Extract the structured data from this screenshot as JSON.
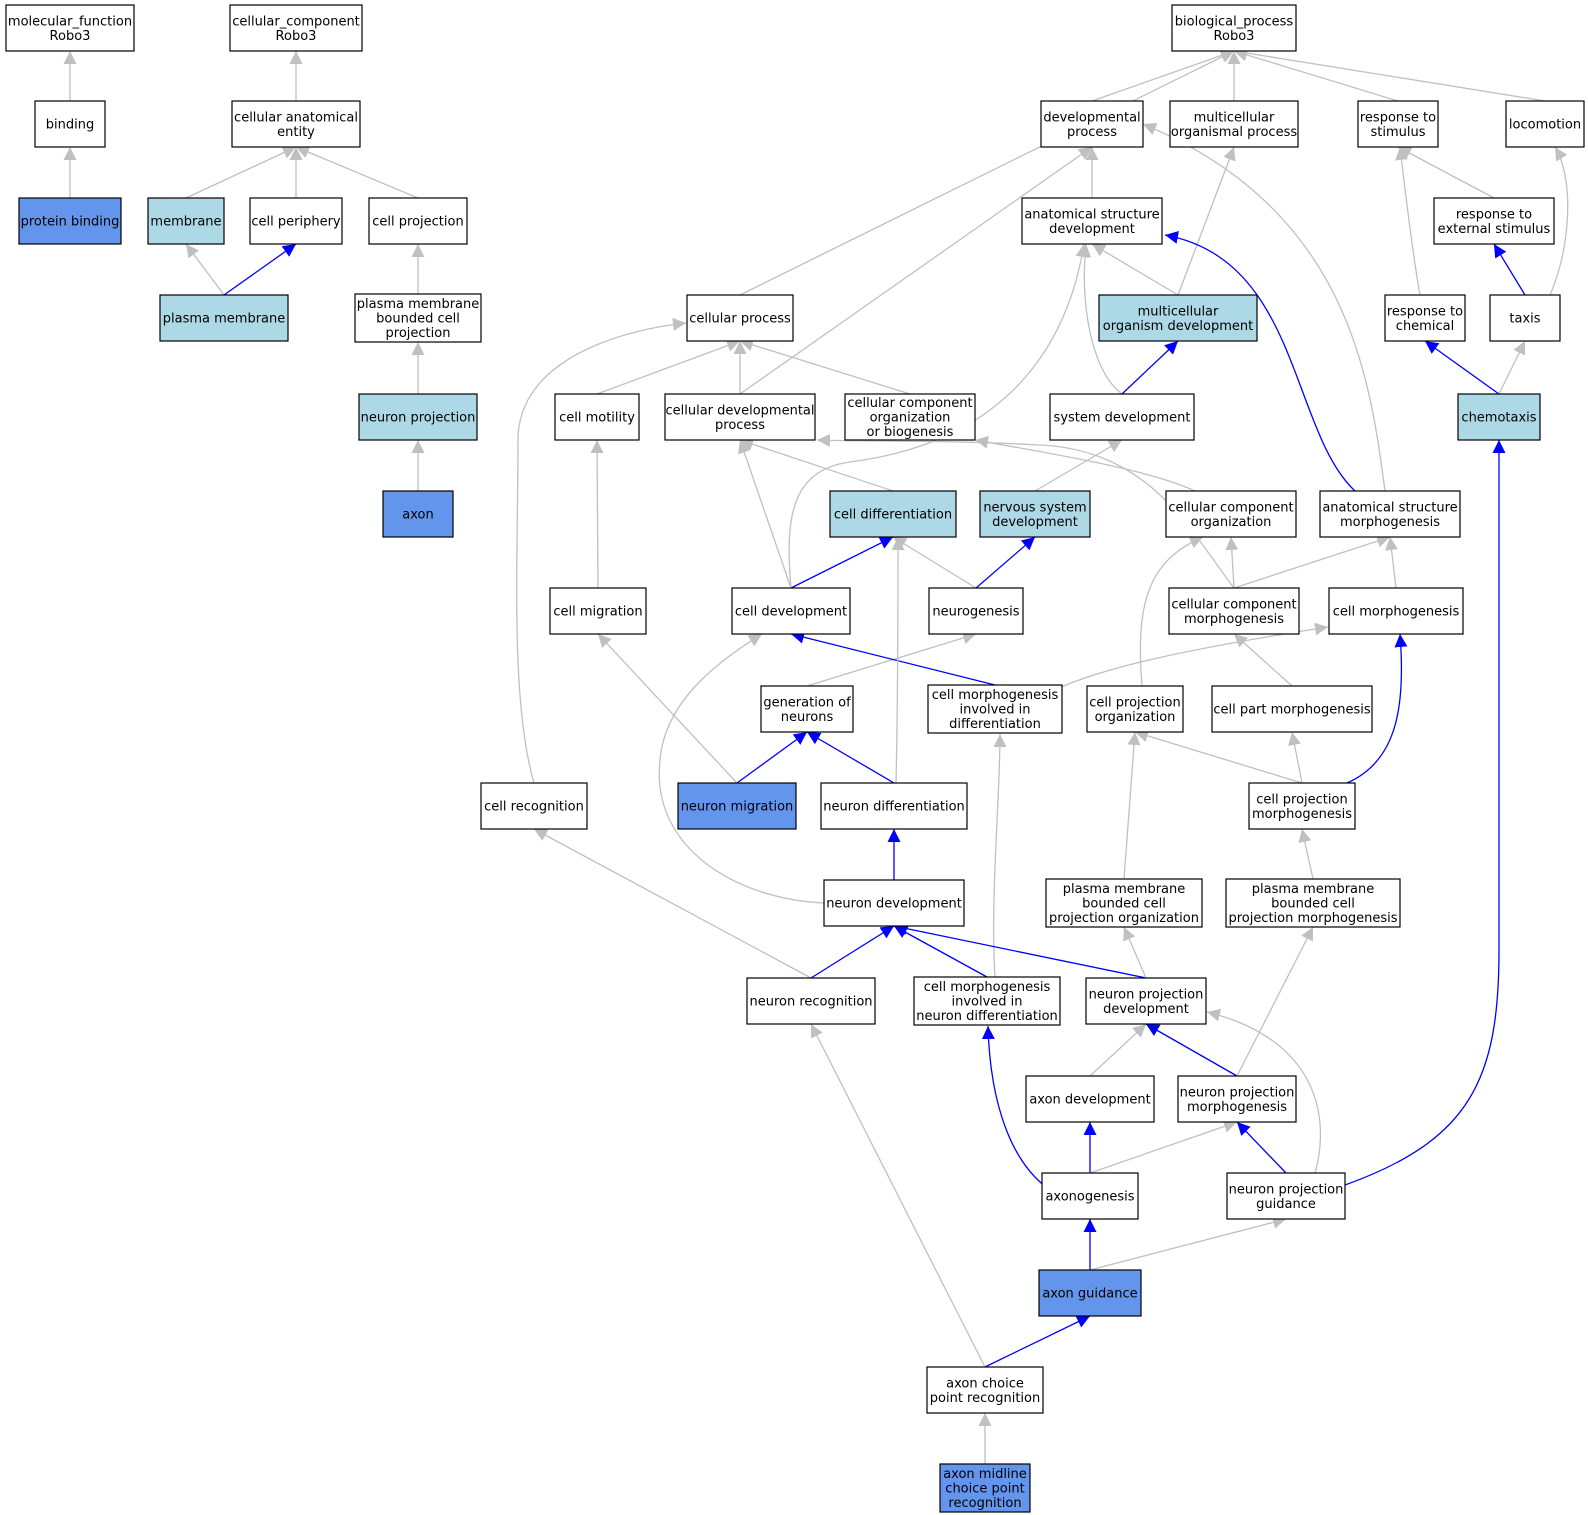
{
  "colors": {
    "highlight": "#6495ed",
    "partial": "#add8e6",
    "plain": "#ffffff",
    "edge_gray": "#c0c0c0",
    "edge_blue": "#0000ff"
  },
  "nodes": [
    {
      "id": "mf_robo3",
      "lines": [
        "molecular_function",
        "Robo3"
      ],
      "fill": "plain"
    },
    {
      "id": "binding",
      "lines": [
        "binding"
      ],
      "fill": "plain"
    },
    {
      "id": "protein_binding",
      "lines": [
        "protein binding"
      ],
      "fill": "highlight"
    },
    {
      "id": "cc_robo3",
      "lines": [
        "cellular_component",
        "Robo3"
      ],
      "fill": "plain"
    },
    {
      "id": "cellular_anatomical_entity",
      "lines": [
        "cellular anatomical",
        "entity"
      ],
      "fill": "plain"
    },
    {
      "id": "membrane",
      "lines": [
        "membrane"
      ],
      "fill": "partial"
    },
    {
      "id": "cell_periphery",
      "lines": [
        "cell periphery"
      ],
      "fill": "plain"
    },
    {
      "id": "cell_projection",
      "lines": [
        "cell projection"
      ],
      "fill": "plain"
    },
    {
      "id": "plasma_membrane",
      "lines": [
        "plasma membrane"
      ],
      "fill": "partial"
    },
    {
      "id": "pm_bounded_cell_projection",
      "lines": [
        "plasma membrane",
        "bounded cell",
        "projection"
      ],
      "fill": "plain"
    },
    {
      "id": "neuron_projection",
      "lines": [
        "neuron projection"
      ],
      "fill": "partial"
    },
    {
      "id": "axon",
      "lines": [
        "axon"
      ],
      "fill": "highlight"
    },
    {
      "id": "bp_robo3",
      "lines": [
        "biological_process",
        "Robo3"
      ],
      "fill": "plain"
    },
    {
      "id": "developmental_process",
      "lines": [
        "developmental",
        "process"
      ],
      "fill": "plain"
    },
    {
      "id": "multicellular_organismal_process",
      "lines": [
        "multicellular",
        "organismal process"
      ],
      "fill": "plain"
    },
    {
      "id": "response_to_stimulus",
      "lines": [
        "response to",
        "stimulus"
      ],
      "fill": "plain"
    },
    {
      "id": "locomotion",
      "lines": [
        "locomotion"
      ],
      "fill": "plain"
    },
    {
      "id": "anatomical_structure_development",
      "lines": [
        "anatomical structure",
        "development"
      ],
      "fill": "plain"
    },
    {
      "id": "response_to_external_stimulus",
      "lines": [
        "response to",
        "external stimulus"
      ],
      "fill": "plain"
    },
    {
      "id": "cellular_process",
      "lines": [
        "cellular process"
      ],
      "fill": "plain"
    },
    {
      "id": "multicellular_organism_development",
      "lines": [
        "multicellular",
        "organism development"
      ],
      "fill": "partial"
    },
    {
      "id": "response_to_chemical",
      "lines": [
        "response to",
        "chemical"
      ],
      "fill": "plain"
    },
    {
      "id": "taxis",
      "lines": [
        "taxis"
      ],
      "fill": "plain"
    },
    {
      "id": "cell_motility",
      "lines": [
        "cell motility"
      ],
      "fill": "plain"
    },
    {
      "id": "cellular_developmental_process",
      "lines": [
        "cellular developmental",
        "process"
      ],
      "fill": "plain"
    },
    {
      "id": "cellular_component_org_or_biogenesis",
      "lines": [
        "cellular component",
        "organization",
        "or biogenesis"
      ],
      "fill": "plain"
    },
    {
      "id": "system_development",
      "lines": [
        "system development"
      ],
      "fill": "plain"
    },
    {
      "id": "chemotaxis",
      "lines": [
        "chemotaxis"
      ],
      "fill": "partial"
    },
    {
      "id": "cell_differentiation",
      "lines": [
        "cell differentiation"
      ],
      "fill": "partial"
    },
    {
      "id": "nervous_system_development",
      "lines": [
        "nervous system",
        "development"
      ],
      "fill": "partial"
    },
    {
      "id": "cellular_component_organization",
      "lines": [
        "cellular component",
        "organization"
      ],
      "fill": "plain"
    },
    {
      "id": "anatomical_structure_morphogenesis",
      "lines": [
        "anatomical structure",
        "morphogenesis"
      ],
      "fill": "plain"
    },
    {
      "id": "cell_migration",
      "lines": [
        "cell migration"
      ],
      "fill": "plain"
    },
    {
      "id": "cell_development",
      "lines": [
        "cell development"
      ],
      "fill": "plain"
    },
    {
      "id": "neurogenesis",
      "lines": [
        "neurogenesis"
      ],
      "fill": "plain"
    },
    {
      "id": "cellular_component_morphogenesis",
      "lines": [
        "cellular component",
        "morphogenesis"
      ],
      "fill": "plain"
    },
    {
      "id": "cell_morphogenesis",
      "lines": [
        "cell morphogenesis"
      ],
      "fill": "plain"
    },
    {
      "id": "generation_of_neurons",
      "lines": [
        "generation of",
        "neurons"
      ],
      "fill": "plain"
    },
    {
      "id": "cell_morph_in_diff",
      "lines": [
        "cell morphogenesis",
        "involved in",
        "differentiation"
      ],
      "fill": "plain"
    },
    {
      "id": "cell_projection_organization",
      "lines": [
        "cell projection",
        "organization"
      ],
      "fill": "plain"
    },
    {
      "id": "cell_part_morphogenesis",
      "lines": [
        "cell part morphogenesis"
      ],
      "fill": "plain"
    },
    {
      "id": "cell_recognition",
      "lines": [
        "cell recognition"
      ],
      "fill": "plain"
    },
    {
      "id": "neuron_migration",
      "lines": [
        "neuron migration"
      ],
      "fill": "highlight"
    },
    {
      "id": "neuron_differentiation",
      "lines": [
        "neuron differentiation"
      ],
      "fill": "plain"
    },
    {
      "id": "cell_projection_morphogenesis",
      "lines": [
        "cell projection",
        "morphogenesis"
      ],
      "fill": "plain"
    },
    {
      "id": "neuron_development",
      "lines": [
        "neuron development"
      ],
      "fill": "plain"
    },
    {
      "id": "pm_bounded_cp_organization",
      "lines": [
        "plasma membrane",
        "bounded cell",
        "projection organization"
      ],
      "fill": "plain"
    },
    {
      "id": "pm_bounded_cp_morphogenesis",
      "lines": [
        "plasma membrane",
        "bounded cell",
        "projection morphogenesis"
      ],
      "fill": "plain"
    },
    {
      "id": "neuron_recognition",
      "lines": [
        "neuron recognition"
      ],
      "fill": "plain"
    },
    {
      "id": "cell_morph_in_neuron_diff",
      "lines": [
        "cell morphogenesis",
        "involved in",
        "neuron differentiation"
      ],
      "fill": "plain"
    },
    {
      "id": "neuron_projection_development",
      "lines": [
        "neuron projection",
        "development"
      ],
      "fill": "plain"
    },
    {
      "id": "axon_development",
      "lines": [
        "axon development"
      ],
      "fill": "plain"
    },
    {
      "id": "neuron_projection_morphogenesis",
      "lines": [
        "neuron projection",
        "morphogenesis"
      ],
      "fill": "plain"
    },
    {
      "id": "axonogenesis",
      "lines": [
        "axonogenesis"
      ],
      "fill": "plain"
    },
    {
      "id": "neuron_projection_guidance",
      "lines": [
        "neuron projection",
        "guidance"
      ],
      "fill": "plain"
    },
    {
      "id": "axon_guidance",
      "lines": [
        "axon guidance"
      ],
      "fill": "highlight"
    },
    {
      "id": "axon_choice_point_recognition",
      "lines": [
        "axon choice",
        "point recognition"
      ],
      "fill": "plain"
    },
    {
      "id": "axon_midline_choice_point_recognition",
      "lines": [
        "axon midline",
        "choice point",
        "recognition"
      ],
      "fill": "highlight"
    }
  ],
  "edges": [
    {
      "from": "binding",
      "to": "mf_robo3",
      "color": "gray"
    },
    {
      "from": "protein_binding",
      "to": "binding",
      "color": "gray"
    },
    {
      "from": "cellular_anatomical_entity",
      "to": "cc_robo3",
      "color": "gray"
    },
    {
      "from": "membrane",
      "to": "cellular_anatomical_entity",
      "color": "gray"
    },
    {
      "from": "cell_periphery",
      "to": "cellular_anatomical_entity",
      "color": "gray"
    },
    {
      "from": "cell_projection",
      "to": "cellular_anatomical_entity",
      "color": "gray"
    },
    {
      "from": "plasma_membrane",
      "to": "membrane",
      "color": "gray"
    },
    {
      "from": "plasma_membrane",
      "to": "cell_periphery",
      "color": "blue"
    },
    {
      "from": "pm_bounded_cell_projection",
      "to": "cell_projection",
      "color": "gray"
    },
    {
      "from": "neuron_projection",
      "to": "pm_bounded_cell_projection",
      "color": "gray"
    },
    {
      "from": "axon",
      "to": "neuron_projection",
      "color": "gray"
    },
    {
      "from": "developmental_process",
      "to": "bp_robo3",
      "color": "gray"
    },
    {
      "from": "multicellular_organismal_process",
      "to": "bp_robo3",
      "color": "gray"
    },
    {
      "from": "response_to_stimulus",
      "to": "bp_robo3",
      "color": "gray"
    },
    {
      "from": "locomotion",
      "to": "bp_robo3",
      "color": "gray"
    },
    {
      "from": "cellular_process",
      "to": "bp_robo3",
      "color": "gray"
    },
    {
      "from": "anatomical_structure_development",
      "to": "developmental_process",
      "color": "gray"
    },
    {
      "from": "cellular_developmental_process",
      "to": "developmental_process",
      "color": "gray"
    },
    {
      "from": "anatomical_structure_morphogenesis",
      "to": "developmental_process",
      "color": "gray"
    },
    {
      "from": "response_to_external_stimulus",
      "to": "response_to_stimulus",
      "color": "gray"
    },
    {
      "from": "response_to_chemical",
      "to": "response_to_stimulus",
      "color": "gray"
    },
    {
      "from": "taxis",
      "to": "locomotion",
      "color": "gray"
    },
    {
      "from": "taxis",
      "to": "response_to_external_stimulus",
      "color": "blue"
    },
    {
      "from": "multicellular_organism_development",
      "to": "anatomical_structure_development",
      "color": "gray"
    },
    {
      "from": "multicellular_organism_development",
      "to": "multicellular_organismal_process",
      "color": "gray"
    },
    {
      "from": "system_development",
      "to": "multicellular_organism_development",
      "color": "blue"
    },
    {
      "from": "system_development",
      "to": "anatomical_structure_development",
      "color": "gray"
    },
    {
      "from": "anatomical_structure_morphogenesis",
      "to": "anatomical_structure_development",
      "color": "blue"
    },
    {
      "from": "chemotaxis",
      "to": "response_to_chemical",
      "color": "blue"
    },
    {
      "from": "chemotaxis",
      "to": "taxis",
      "color": "gray"
    },
    {
      "from": "cell_motility",
      "to": "cellular_process",
      "color": "gray"
    },
    {
      "from": "cellular_developmental_process",
      "to": "cellular_process",
      "color": "gray"
    },
    {
      "from": "cellular_component_org_or_biogenesis",
      "to": "cellular_process",
      "color": "gray"
    },
    {
      "from": "cell_recognition",
      "to": "cellular_process",
      "color": "gray"
    },
    {
      "from": "nervous_system_development",
      "to": "system_development",
      "color": "gray"
    },
    {
      "from": "cell_differentiation",
      "to": "cellular_developmental_process",
      "color": "gray"
    },
    {
      "from": "cellular_component_organization",
      "to": "cellular_component_org_or_biogenesis",
      "color": "gray"
    },
    {
      "from": "cellular_component_morphogenesis",
      "to": "cellular_component_organization",
      "color": "gray"
    },
    {
      "from": "cellular_component_morphogenesis",
      "to": "anatomical_structure_morphogenesis",
      "color": "gray"
    },
    {
      "from": "cellular_component_morphogenesis",
      "to": "cellular_developmental_process",
      "color": "gray"
    },
    {
      "from": "cell_morphogenesis",
      "to": "anatomical_structure_morphogenesis",
      "color": "gray"
    },
    {
      "from": "cell_migration",
      "to": "cell_motility",
      "color": "gray"
    },
    {
      "from": "cell_development",
      "to": "cell_differentiation",
      "color": "blue"
    },
    {
      "from": "cell_development",
      "to": "cellular_developmental_process",
      "color": "gray"
    },
    {
      "from": "cell_development",
      "to": "anatomical_structure_development",
      "color": "gray"
    },
    {
      "from": "neurogenesis",
      "to": "nervous_system_development",
      "color": "blue"
    },
    {
      "from": "neurogenesis",
      "to": "cell_differentiation",
      "color": "gray"
    },
    {
      "from": "generation_of_neurons",
      "to": "neurogenesis",
      "color": "gray"
    },
    {
      "from": "cell_morph_in_diff",
      "to": "cell_development",
      "color": "blue"
    },
    {
      "from": "cell_morph_in_diff",
      "to": "cell_morphogenesis",
      "color": "gray"
    },
    {
      "from": "cell_projection_organization",
      "to": "cellular_component_organization",
      "color": "gray"
    },
    {
      "from": "cell_part_morphogenesis",
      "to": "cellular_component_morphogenesis",
      "color": "gray"
    },
    {
      "from": "neuron_migration",
      "to": "generation_of_neurons",
      "color": "blue"
    },
    {
      "from": "neuron_migration",
      "to": "cell_migration",
      "color": "gray"
    },
    {
      "from": "neuron_differentiation",
      "to": "generation_of_neurons",
      "color": "blue"
    },
    {
      "from": "neuron_differentiation",
      "to": "cell_differentiation",
      "color": "gray"
    },
    {
      "from": "cell_projection_morphogenesis",
      "to": "cell_projection_organization",
      "color": "gray"
    },
    {
      "from": "cell_projection_morphogenesis",
      "to": "cell_part_morphogenesis",
      "color": "gray"
    },
    {
      "from": "cell_projection_morphogenesis",
      "to": "cell_morphogenesis",
      "color": "blue"
    },
    {
      "from": "neuron_development",
      "to": "neuron_differentiation",
      "color": "blue"
    },
    {
      "from": "neuron_development",
      "to": "cell_development",
      "color": "gray"
    },
    {
      "from": "pm_bounded_cp_organization",
      "to": "cell_projection_organization",
      "color": "gray"
    },
    {
      "from": "pm_bounded_cp_morphogenesis",
      "to": "cell_projection_morphogenesis",
      "color": "gray"
    },
    {
      "from": "neuron_recognition",
      "to": "neuron_development",
      "color": "blue"
    },
    {
      "from": "neuron_recognition",
      "to": "cell_recognition",
      "color": "gray"
    },
    {
      "from": "cell_morph_in_neuron_diff",
      "to": "neuron_development",
      "color": "blue"
    },
    {
      "from": "cell_morph_in_neuron_diff",
      "to": "cell_morph_in_diff",
      "color": "gray"
    },
    {
      "from": "neuron_projection_development",
      "to": "neuron_development",
      "color": "blue"
    },
    {
      "from": "neuron_projection_development",
      "to": "pm_bounded_cp_organization",
      "color": "gray"
    },
    {
      "from": "axon_development",
      "to": "neuron_projection_development",
      "color": "gray"
    },
    {
      "from": "neuron_projection_morphogenesis",
      "to": "neuron_projection_development",
      "color": "blue"
    },
    {
      "from": "neuron_projection_morphogenesis",
      "to": "pm_bounded_cp_morphogenesis",
      "color": "gray"
    },
    {
      "from": "axonogenesis",
      "to": "axon_development",
      "color": "blue"
    },
    {
      "from": "axonogenesis",
      "to": "neuron_projection_morphogenesis",
      "color": "gray"
    },
    {
      "from": "axonogenesis",
      "to": "cell_morph_in_neuron_diff",
      "color": "blue"
    },
    {
      "from": "neuron_projection_guidance",
      "to": "neuron_projection_morphogenesis",
      "color": "blue"
    },
    {
      "from": "neuron_projection_guidance",
      "to": "neuron_projection_development",
      "color": "gray"
    },
    {
      "from": "neuron_projection_guidance",
      "to": "chemotaxis",
      "color": "blue"
    },
    {
      "from": "axon_guidance",
      "to": "axonogenesis",
      "color": "blue"
    },
    {
      "from": "axon_guidance",
      "to": "neuron_projection_guidance",
      "color": "gray"
    },
    {
      "from": "axon_choice_point_recognition",
      "to": "axon_guidance",
      "color": "blue"
    },
    {
      "from": "axon_choice_point_recognition",
      "to": "neuron_recognition",
      "color": "gray"
    },
    {
      "from": "axon_midline_choice_point_recognition",
      "to": "axon_choice_point_recognition",
      "color": "gray"
    }
  ]
}
